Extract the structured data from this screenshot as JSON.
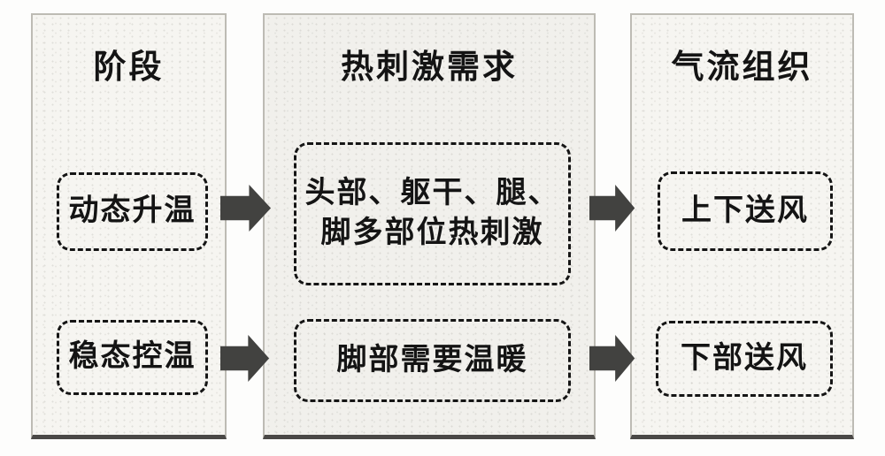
{
  "diagram": {
    "columns": [
      {
        "id": "stage",
        "header": "阶段",
        "boxes": [
          {
            "label": "动态升温"
          },
          {
            "label": "稳态控温"
          }
        ]
      },
      {
        "id": "demand",
        "header": "热刺激需求",
        "boxes": [
          {
            "line1": "头部、躯干、腿、",
            "line2": "脚多部位热刺激"
          },
          {
            "label": "脚部需要温暖"
          }
        ]
      },
      {
        "id": "airflow",
        "header": "气流组织",
        "boxes": [
          {
            "label": "上下送风"
          },
          {
            "label": "下部送风"
          }
        ]
      }
    ],
    "arrows": [
      {
        "from": "动态升温",
        "to": "头部、躯干、腿、脚多部位热刺激"
      },
      {
        "from": "稳态控温",
        "to": "脚部需要温暖"
      },
      {
        "from": "头部、躯干、腿、脚多部位热刺激",
        "to": "上下送风"
      },
      {
        "from": "脚部需要温暖",
        "to": "下部送风"
      }
    ],
    "colors": {
      "panel_bg": "#f6f5f1",
      "panel_bg_mid": "#f1f0ec",
      "panel_border": "#bdbbb4",
      "panel_shadow": "#4a4846",
      "box_border": "#151515",
      "arrow": "#424240",
      "text": "#141414"
    }
  }
}
